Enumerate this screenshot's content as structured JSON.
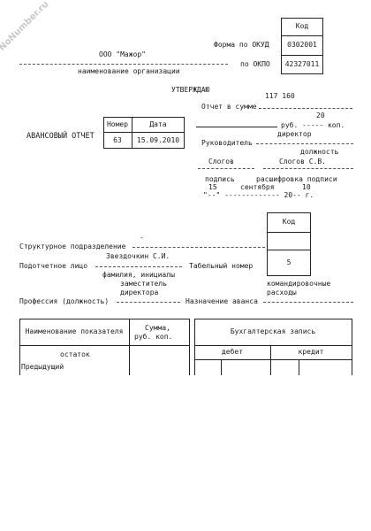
{
  "watermark": "NoNumber.ru",
  "header": {
    "kod": "Код",
    "forma_label": "Форма по ОКУД",
    "okud": "0302001",
    "okpo_label": "по ОКПО",
    "okpo": "42327011",
    "org_name": "ООО \"Мажор\"",
    "org_caption": "наименование организации"
  },
  "approve": {
    "title": "УТВЕРЖДАЮ",
    "sum_number": "117 160",
    "sum_label": "Отчет в сумме",
    "kop_value": "20",
    "rub_kop": "руб. ----- коп.",
    "position_value": "директор",
    "head_label": "Руководитель",
    "position_caption": "должность",
    "signature_value": "Слогов",
    "decode_value": "Слогов С.В.",
    "signature_caption": "подпись",
    "decode_caption": "расшифровка подписи",
    "day": "15",
    "month": "сентября",
    "year": "10",
    "date_template": "\"--\" ------------- 20-- г."
  },
  "report": {
    "title": "АВАНСОВЫЙ ОТЧЕТ",
    "number_header": "Номер",
    "date_header": "Дата",
    "number": "63",
    "date": "15.09.2010"
  },
  "dept": {
    "kod": "Код",
    "dash_value": "-",
    "dept_label": "Структурное подразделение",
    "person_value": "Звездочкин С.И.",
    "person_label": "Подотчетное лицо",
    "person_caption": "фамилия, инициалы",
    "tab_label": "Табельный номер",
    "tab_value": "5",
    "profession_value_1": "заместитель",
    "profession_value_2": "директора",
    "purpose_value_1": "командировочные",
    "purpose_value_2": "расходы",
    "profession_label": "Профессия (должность)",
    "purpose_label": "Назначение аванса"
  },
  "table": {
    "col_name": "Наименование показателя",
    "col_sum_1": "Сумма,",
    "col_sum_2": "руб. коп.",
    "col_acc": "Бухгалтерская запись",
    "debit": "дебет",
    "credit": "кредит",
    "row_prev": "Предыдущий",
    "row_rest": "остаток"
  }
}
